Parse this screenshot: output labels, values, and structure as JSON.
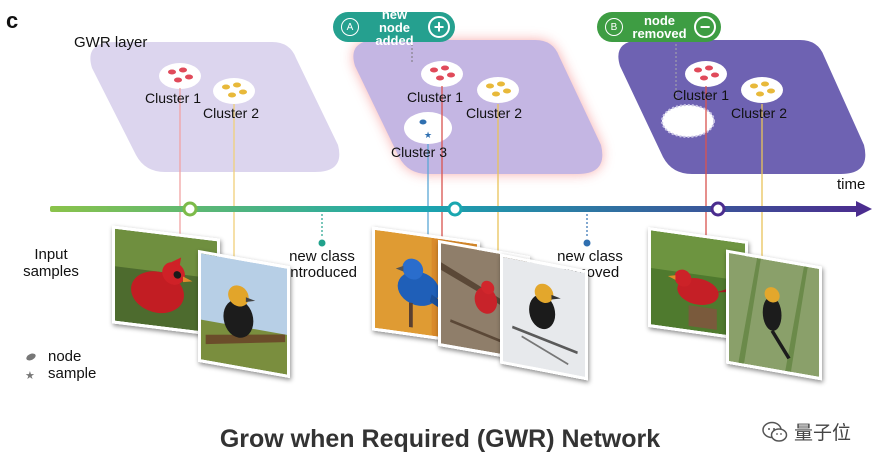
{
  "panel_letter": "c",
  "layer_label": "GWR layer",
  "time_label": "time",
  "input_label_line1": "Input",
  "input_label_line2": "samples",
  "event_added": {
    "letter": "A",
    "line1": "new node",
    "line2": "added",
    "symbol": "+"
  },
  "event_removed": {
    "letter": "B",
    "line1": "node",
    "line2": "removed",
    "symbol": "−"
  },
  "event_new_class": {
    "line1": "new class",
    "line2": "introduced"
  },
  "event_class_removed": {
    "line1": "new class",
    "line2": "removed"
  },
  "layers": [
    {
      "clusters": [
        "Cluster 1",
        "Cluster 2"
      ]
    },
    {
      "clusters": [
        "Cluster 1",
        "Cluster 2",
        "Cluster 3"
      ]
    },
    {
      "clusters": [
        "Cluster 1",
        "Cluster 2"
      ]
    }
  ],
  "legend": {
    "node": "node",
    "sample": "sample"
  },
  "footer_title": "Grow when Required (GWR) Network",
  "watermark": "量子位",
  "colors": {
    "badge_added": "#25a08f",
    "badge_removed": "#3e9d43",
    "layer_light": "#d8d0ec",
    "layer_mid": "#b9a8dc",
    "layer_dark": "#6c5fae",
    "timeline_start": "#8bc34a",
    "timeline_mid": "#1aa7b0",
    "timeline_end": "#4b2d8f",
    "red_node": "#e04a5a",
    "yellow_node": "#e8b93a",
    "blue_node": "#2f6fb0"
  }
}
